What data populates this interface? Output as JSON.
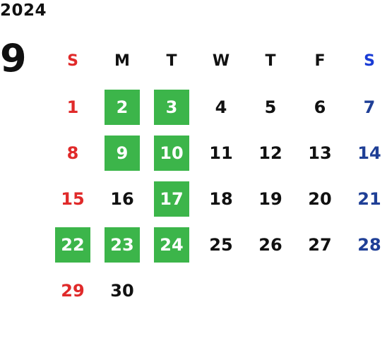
{
  "year": "2024",
  "month": "9",
  "weekdays": [
    "S",
    "M",
    "T",
    "W",
    "T",
    "F",
    "S"
  ],
  "weeks": [
    [
      "1",
      "2",
      "3",
      "4",
      "5",
      "6",
      "7"
    ],
    [
      "8",
      "9",
      "10",
      "11",
      "12",
      "13",
      "14"
    ],
    [
      "15",
      "16",
      "17",
      "18",
      "19",
      "20",
      "21"
    ],
    [
      "22",
      "23",
      "24",
      "25",
      "26",
      "27",
      "28"
    ],
    [
      "29",
      "30",
      "",
      "",
      "",
      "",
      ""
    ]
  ],
  "highlighted_days": [
    "2",
    "3",
    "9",
    "10",
    "17",
    "22",
    "23",
    "24"
  ],
  "colors": {
    "highlight": "#3cb54a",
    "sunday": "#e02a2a",
    "saturday": "#1f3f96",
    "saturday_header": "#1a3cd6",
    "text": "#111111"
  }
}
